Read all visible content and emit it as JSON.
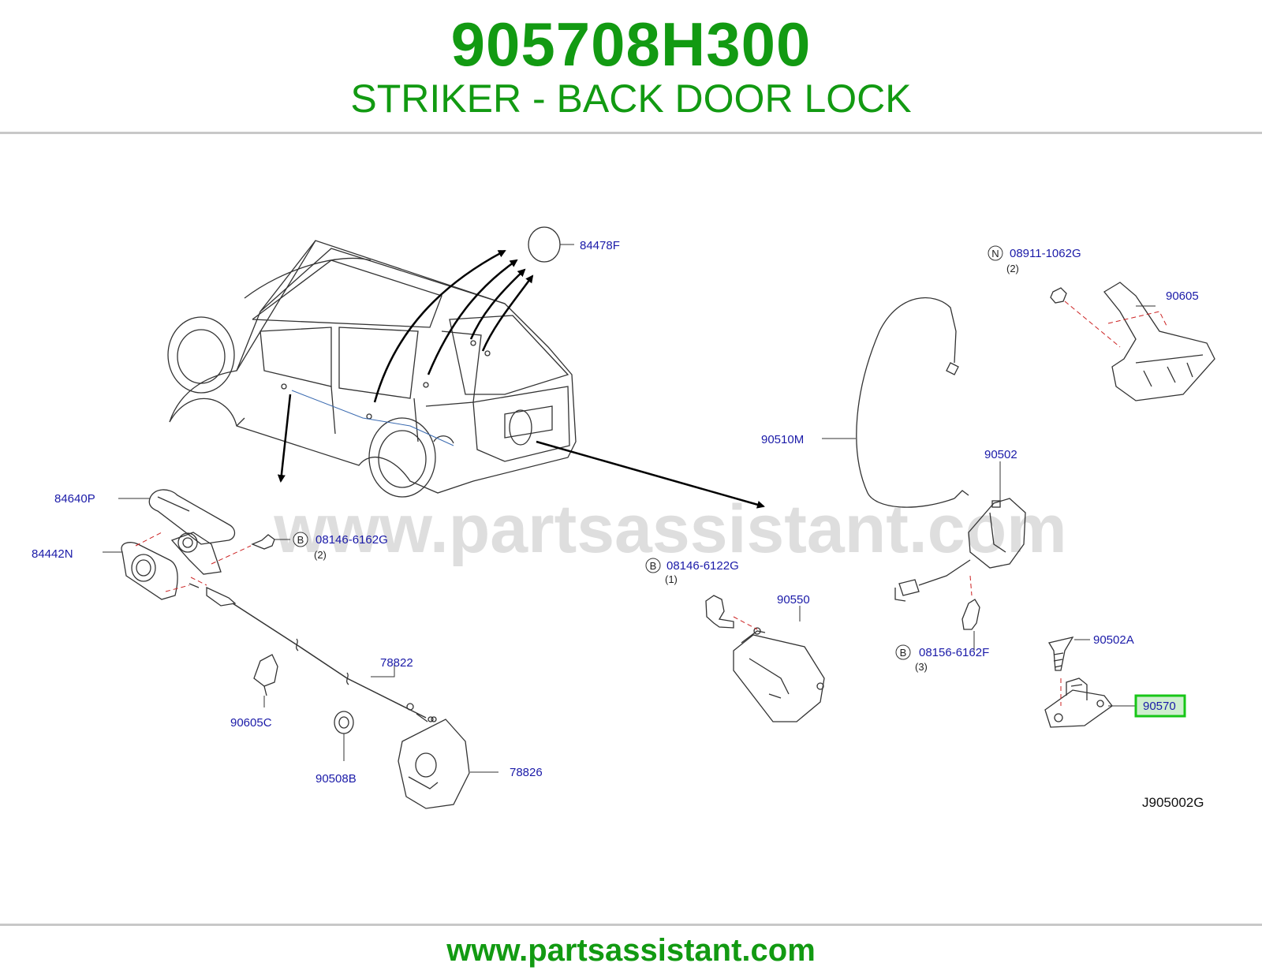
{
  "header": {
    "part_number": "905708H300",
    "description": "STRIKER - BACK DOOR LOCK"
  },
  "diagram": {
    "watermark": "www.partsassistant.com",
    "drawing_code": "J905002G",
    "highlight_color": "#17c617",
    "labels": {
      "l84478F": "84478F",
      "l84640P": "84640P",
      "l84442N": "84442N",
      "l08146_6162G": "08146-6162G",
      "l08146_6162G_qty": "(2)",
      "l78822": "78822",
      "l90605C": "90605C",
      "l90508B": "90508B",
      "l78826": "78826",
      "l08911_1062G": "08911-1062G",
      "l08911_1062G_qty": "(2)",
      "l90605": "90605",
      "l90510M": "90510M",
      "l90502": "90502",
      "l08146_6122G": "08146-6122G",
      "l08146_6122G_qty": "(1)",
      "l90550": "90550",
      "l08156_6162F": "08156-6162F",
      "l08156_6162F_qty": "(3)",
      "l90502A": "90502A",
      "l90570": "90570"
    },
    "markers": {
      "b": "B",
      "n": "N"
    }
  },
  "footer": {
    "url": "www.partsassistant.com"
  }
}
